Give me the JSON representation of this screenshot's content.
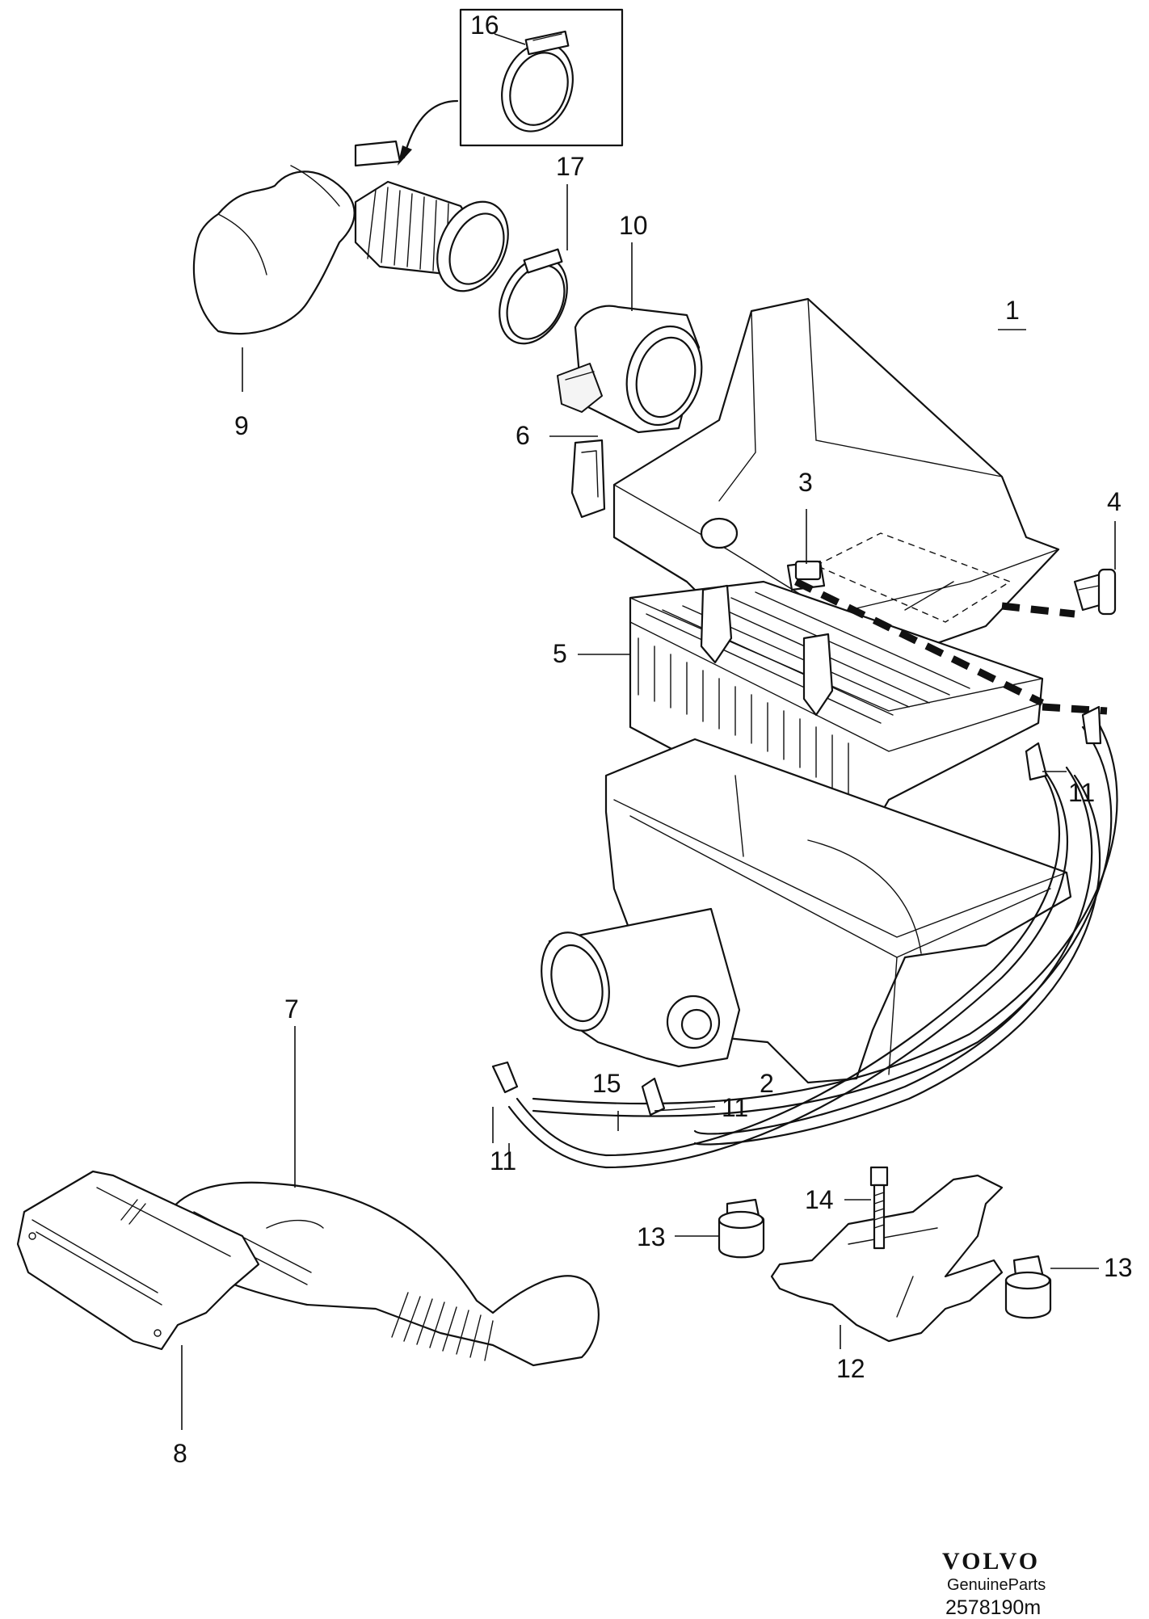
{
  "callouts": {
    "c1": "1",
    "c2": "2",
    "c3": "3",
    "c4": "4",
    "c5": "5",
    "c6": "6",
    "c7": "7",
    "c8": "8",
    "c9": "9",
    "c10": "10",
    "c11a": "11",
    "c11b": "11",
    "c11c": "11",
    "c12": "12",
    "c13a": "13",
    "c13b": "13",
    "c14": "14",
    "c15": "15",
    "c16": "16",
    "c17": "17"
  },
  "footer": {
    "brand": "VOLVO",
    "tagline": "GenuineParts",
    "reference": "2578190m"
  }
}
